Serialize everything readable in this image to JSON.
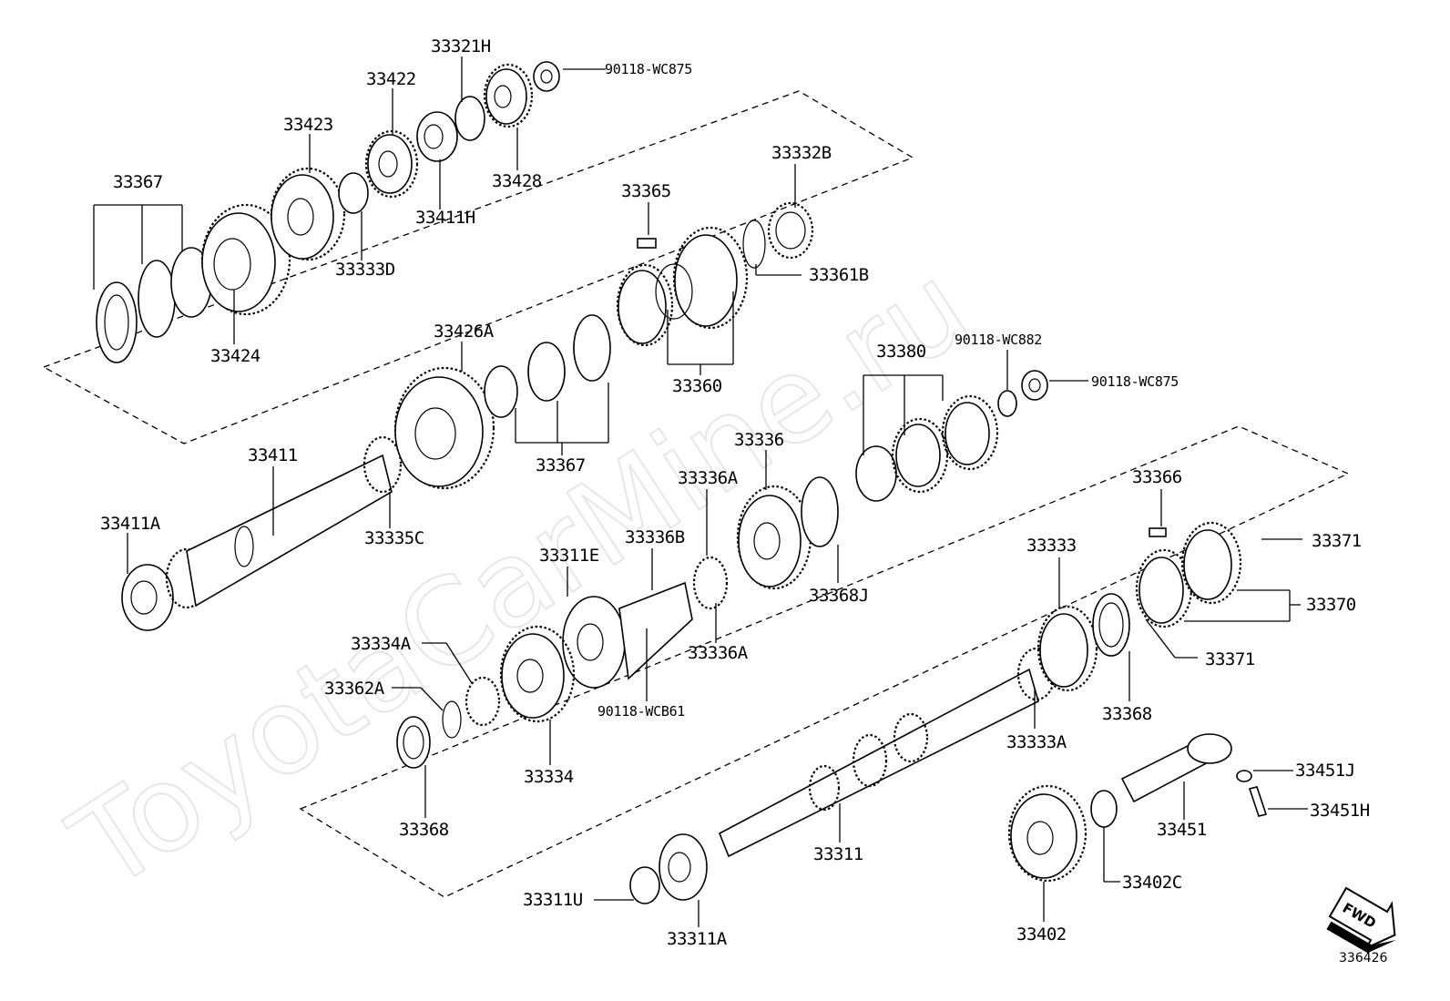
{
  "watermark": "ToyotaCarMine.ru",
  "diagram_code": "336426",
  "fwd_label": "FWD",
  "labels": {
    "l33321H": "33321H",
    "l90118WC875a": "90118-WC875",
    "l33422": "33422",
    "l33423": "33423",
    "l33367a": "33367",
    "l33428": "33428",
    "l33411H": "33411H",
    "l33333D": "33333D",
    "l33424": "33424",
    "l33365": "33365",
    "l33332B": "33332B",
    "l33361B": "33361B",
    "l33426A": "33426A",
    "l33360": "33360",
    "l33411": "33411",
    "l33411A": "33411A",
    "l33335C": "33335C",
    "l33367b": "33367",
    "l33380": "33380",
    "l90118WC882": "90118-WC882",
    "l90118WC875b": "90118-WC875",
    "l33336": "33336",
    "l33336Aa": "33336A",
    "l33336B": "33336B",
    "l33311E": "33311E",
    "l33368J": "33368J",
    "l33366": "33366",
    "l33371a": "33371",
    "l33333": "33333",
    "l33370": "33370",
    "l33371b": "33371",
    "l33334A": "33334A",
    "l33336Ab": "33336A",
    "l33362A": "33362A",
    "l90118WCB61": "90118-WCB61",
    "l33368a": "33368",
    "l33333A": "33333A",
    "l33334": "33334",
    "l33368b": "33368",
    "l33451J": "33451J",
    "l33451H": "33451H",
    "l33451": "33451",
    "l33311": "33311",
    "l33402C": "33402C",
    "l33311U": "33311U",
    "l33311A": "33311A",
    "l33402": "33402"
  }
}
